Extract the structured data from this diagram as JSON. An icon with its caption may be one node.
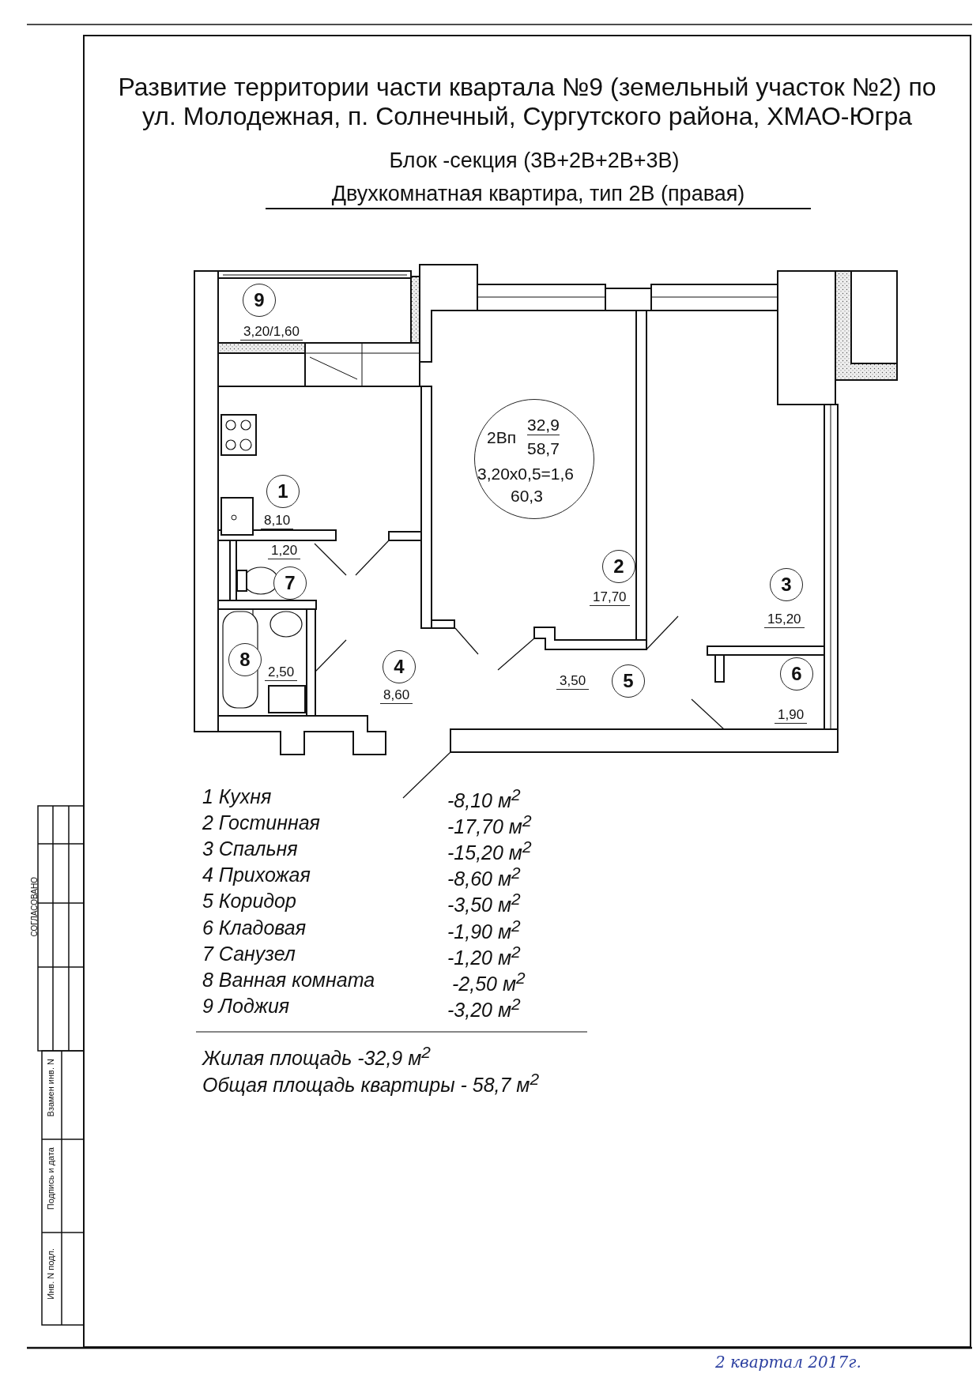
{
  "diagram": {
    "title": "Развитие территории части квартала №9 (земельный участок №2) по ул. Молодежная, п. Солнечный, Сургутского района, ХМАО-Югра",
    "nodes": [
      {
        "text": [
          "9"
        ],
        "beside": [
          "3,20/1,60"
        ]
      },
      {
        "text": [
          "2Вп",
          "32,9",
          "58,7",
          "3,20x0,5=1,6",
          "60,3"
        ]
      },
      {
        "text": [
          "1"
        ],
        "beside": [
          "8,10"
        ]
      },
      {
        "text": [
          "2"
        ],
        "beside": [
          "17,70"
        ]
      },
      {
        "text": [
          "7"
        ],
        "beside": [
          "1,20"
        ]
      },
      {
        "text": [
          "3"
        ],
        "beside": [
          "15,20"
        ]
      },
      {
        "text": [
          "8"
        ],
        "beside": [
          "2,50"
        ]
      },
      {
        "text": [
          "4"
        ],
        "beside": [
          "8,60"
        ]
      },
      {
        "text": [
          "5"
        ],
        "beside": [
          "3,50"
        ]
      },
      {
        "text": [
          "6"
        ],
        "beside": [
          "1,90"
        ]
      }
    ],
    "labels": [
      "Блок -секция (3В+2В+2В+3В)",
      "Двухкомнатная квартира, тип 2В (правая)",
      "1 Кухня",
      "-8,10 м$^{2}$",
      "2 Гостинная",
      "-17,70 м$^{2}$",
      "3 Спальня",
      "-15,20 м$^{2}$",
      "4 Прихожая",
      "-8,60 м$^{2}$",
      "5 Коридор",
      "-3,50 м$^{2}$",
      "6 Кладовая",
      "-1,90 м$^{2}$",
      "7 Санузел",
      "-1,20 м$^{2}$",
      "8 Ванная комната",
      "-2,50 м$^{2}$",
      "9 Лоджия",
      "-3,20 м$^{2}$",
      "Жилая площадь -32,9 м$^{2}$",
      "Общая площадь квартиры - 58,7 м$^{2}$",
      "СОГЛАСОВАНО",
      "Взамен инв. N",
      "Подпись и дата",
      "Инв. N подл.",
      "2 квартал 2017г."
    ]
  }
}
